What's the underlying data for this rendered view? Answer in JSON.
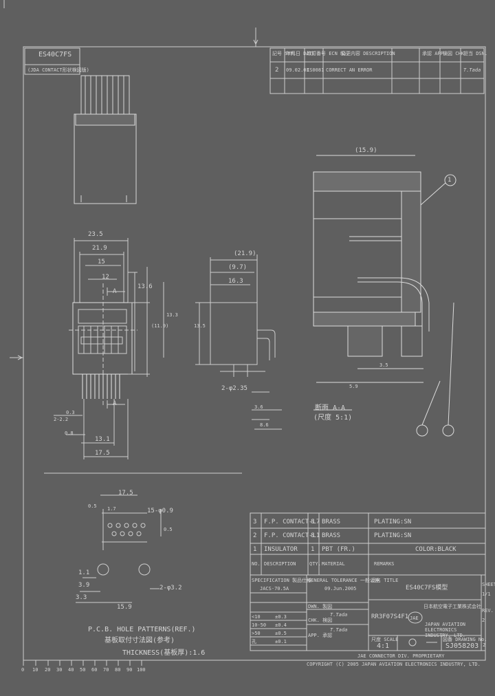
{
  "drawing_number_tag": "ES40C7FS",
  "drawing_number_tag_note": "(JDA CONTACT形状検図版)",
  "revision_table": {
    "headers": [
      "記号 SYM.",
      "年月日 DATE",
      "改訂番号 ECN No.",
      "変更内容 DESCRIPTION",
      "承認 APP.",
      "検図 CHK.",
      "担当 DSN."
    ],
    "row": {
      "sym": "2",
      "date": "09.02.03",
      "ecn": "CS0081",
      "description": "CORRECT AN ERROR",
      "dsn": "T.Tada"
    }
  },
  "section_view": {
    "callout": "1",
    "width_dim": "(15.9)",
    "dims": [
      "3.5",
      "5.9"
    ],
    "title": "断面 A-A",
    "scale": "(尺度 5:1)"
  },
  "front_view": {
    "dims_top": [
      "23.5",
      "21.9",
      "15",
      "12"
    ],
    "dims_side": [
      "13.6",
      "(11.9)",
      "13.3"
    ],
    "section_marks": [
      "A",
      "A"
    ],
    "dims_bottom": [
      "0.3",
      "2-2.2",
      "0.8",
      "13.1",
      "17.5"
    ]
  },
  "side_view": {
    "dims": [
      "(21.9)",
      "(9.7)",
      "16.3",
      "13.5"
    ],
    "dims_bottom": [
      "2-φ2.35",
      "3.6",
      "8.6"
    ]
  },
  "pcb_pattern": {
    "dims": [
      "17.5",
      "0.5",
      "1.7",
      "15-φ0.9",
      "0.5",
      "1.1",
      "3.9",
      "3.3",
      "2-φ3.2",
      "15.9"
    ],
    "title": "P.C.B. HOLE PATTERNS(REF.)",
    "title_jp": "基板取付寸法図(参考)",
    "thickness": "THICKNESS(基板厚):1.6"
  },
  "parts_list": [
    {
      "no": "3",
      "name": "F.P. CONTACT-L7",
      "qty": "8",
      "material": "BRASS",
      "finish": "PLATING:SN"
    },
    {
      "no": "2",
      "name": "F.P. CONTACT-L1",
      "qty": "8",
      "material": "BRASS",
      "finish": "PLATING:SN"
    },
    {
      "no": "1",
      "name": "INSULATOR",
      "qty": "1",
      "material": "PBT (FR.)",
      "finish": "COLOR:BLACK"
    }
  ],
  "parts_headers": [
    "NO.",
    "DESCRIPTION",
    "QTY.",
    "MATERIAL",
    "REMARKS"
  ],
  "title_block": {
    "spec_label": "SPECIFICATION 製品仕様",
    "spec_value": "JACS-70.5A",
    "general_tol": "GENERAL TOLERANCE 一般公差",
    "designer_date": "09.Jun.2005",
    "drawn_label": "DWN. 製図",
    "checked": "CHK. 検図",
    "approved": "APP. 承認",
    "tolerances": [
      "±0.3",
      "±0.4",
      "±0.5",
      "±0.1"
    ],
    "tol_ranges": [
      "<10",
      "10-50",
      ">50",
      "孔"
    ],
    "signature_1": "T.Tada",
    "signature_2": "T.Tada",
    "part_name_label": "品名 TITLE",
    "part_name": "ES40C7FS模型",
    "part_number": "RR3F07S4F1",
    "company_jp": "日本航空電子工業株式会社",
    "company_en": "JAPAN AVIATION ELECTRONICS INDUSTRY, LTD.",
    "jae_logo": "JAE",
    "scale_label": "尺度 SCALE",
    "scale_value": "4:1",
    "drawing_no_label": "図番 DRAWING No.",
    "drawing_no": "SJ058203",
    "sheet_rev": "2",
    "right_marks": [
      "SHEET",
      "1/1",
      "REV.",
      "2"
    ]
  },
  "footer": {
    "line1": "JAE CONNECTOR DIV. PROPRIETARY",
    "line2": "COPYRIGHT (C) 2005 JAPAN AVIATION ELECTRONICS INDUSTRY, LTD."
  },
  "ruler_labels": [
    "0",
    "10",
    "20",
    "30",
    "40",
    "50",
    "60",
    "70",
    "80",
    "90",
    "100"
  ]
}
